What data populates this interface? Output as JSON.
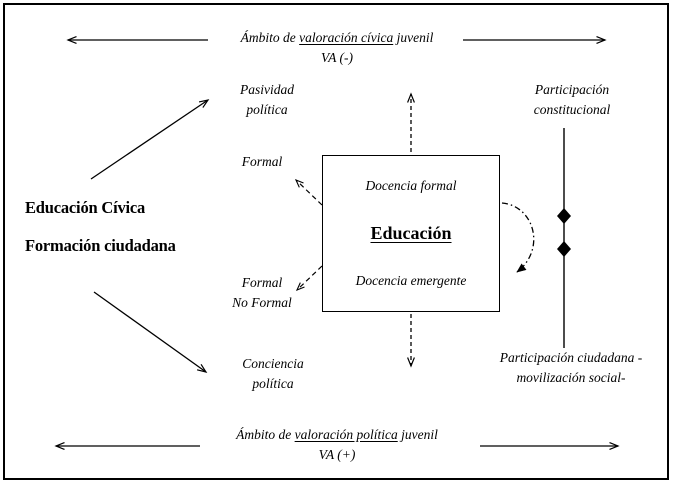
{
  "diagram": {
    "title_top": {
      "line1_prefix": "Ámbito de ",
      "line1_underlined": "valoración cívica",
      "line1_suffix": " juvenil",
      "line2": "VA (-)"
    },
    "title_bottom": {
      "line1_prefix": "Ámbito de ",
      "line1_underlined": "valoración política",
      "line1_suffix": " juvenil",
      "line2": "VA (+)"
    },
    "left_label": {
      "line1": "Educación Cívica",
      "line2": "Formación ciudadana"
    },
    "center_box": {
      "top_label": "Docencia formal",
      "main_label": "Educación",
      "bottom_label": "Docencia emergente"
    },
    "nodes": {
      "pasividad": {
        "line1": "Pasividad",
        "line2": "política"
      },
      "formal_upper": {
        "line1": "Formal"
      },
      "formal_lower": {
        "line1": "Formal",
        "line2": "No Formal"
      },
      "conciencia": {
        "line1": "Conciencia",
        "line2": "política"
      },
      "participacion_constitucional": {
        "line1": "Participación",
        "line2": "constitucional"
      },
      "participacion_ciudadana": {
        "line1": "Participación ciudadana  -",
        "line2": "movilización social-"
      }
    },
    "colors": {
      "stroke": "#000000",
      "background": "#ffffff",
      "text": "#000000"
    }
  }
}
